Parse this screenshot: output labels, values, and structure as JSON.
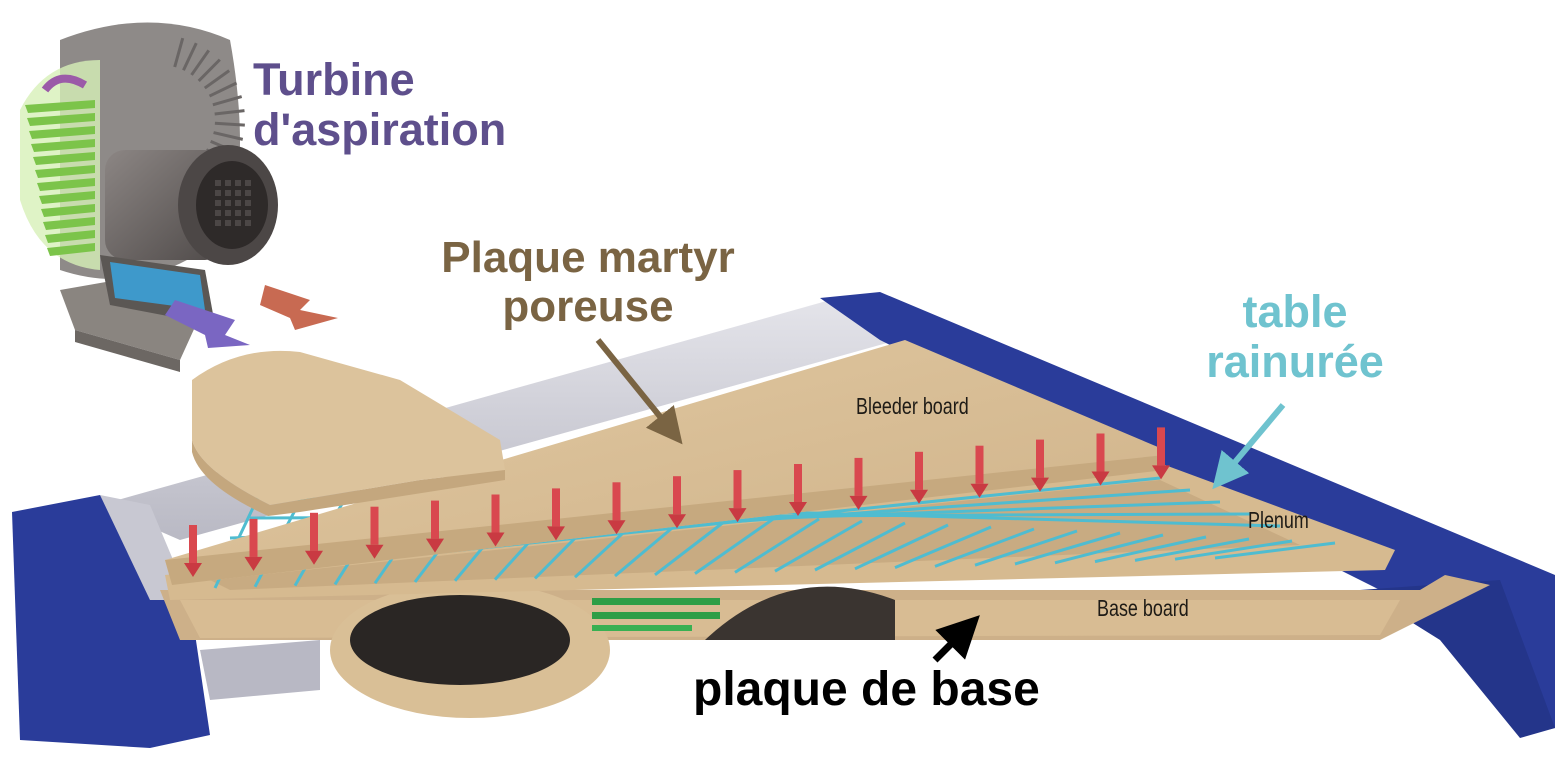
{
  "labels": {
    "turbine": {
      "line1": "Turbine",
      "line2": "d'aspiration"
    },
    "martyr": {
      "line1": "Plaque martyr",
      "line2": "poreuse"
    },
    "table": {
      "line1": "table",
      "line2": "rainurée"
    },
    "base": "plaque de base"
  },
  "inline_labels": {
    "bleeder": "Bleeder board",
    "plenum": "Plenum",
    "baseboard": "Base board"
  },
  "colors": {
    "turbine_label": "#5e4f8c",
    "martyr_label": "#7a6443",
    "table_label": "#6fc3cf",
    "base_label": "#000000",
    "frame_blue": "#2a3c9a",
    "board_tan": "#d9bf96",
    "airflow_red": "#d9484f",
    "airflow_cyan": "#4fbcd0",
    "airflow_green": "#2e9e46"
  }
}
